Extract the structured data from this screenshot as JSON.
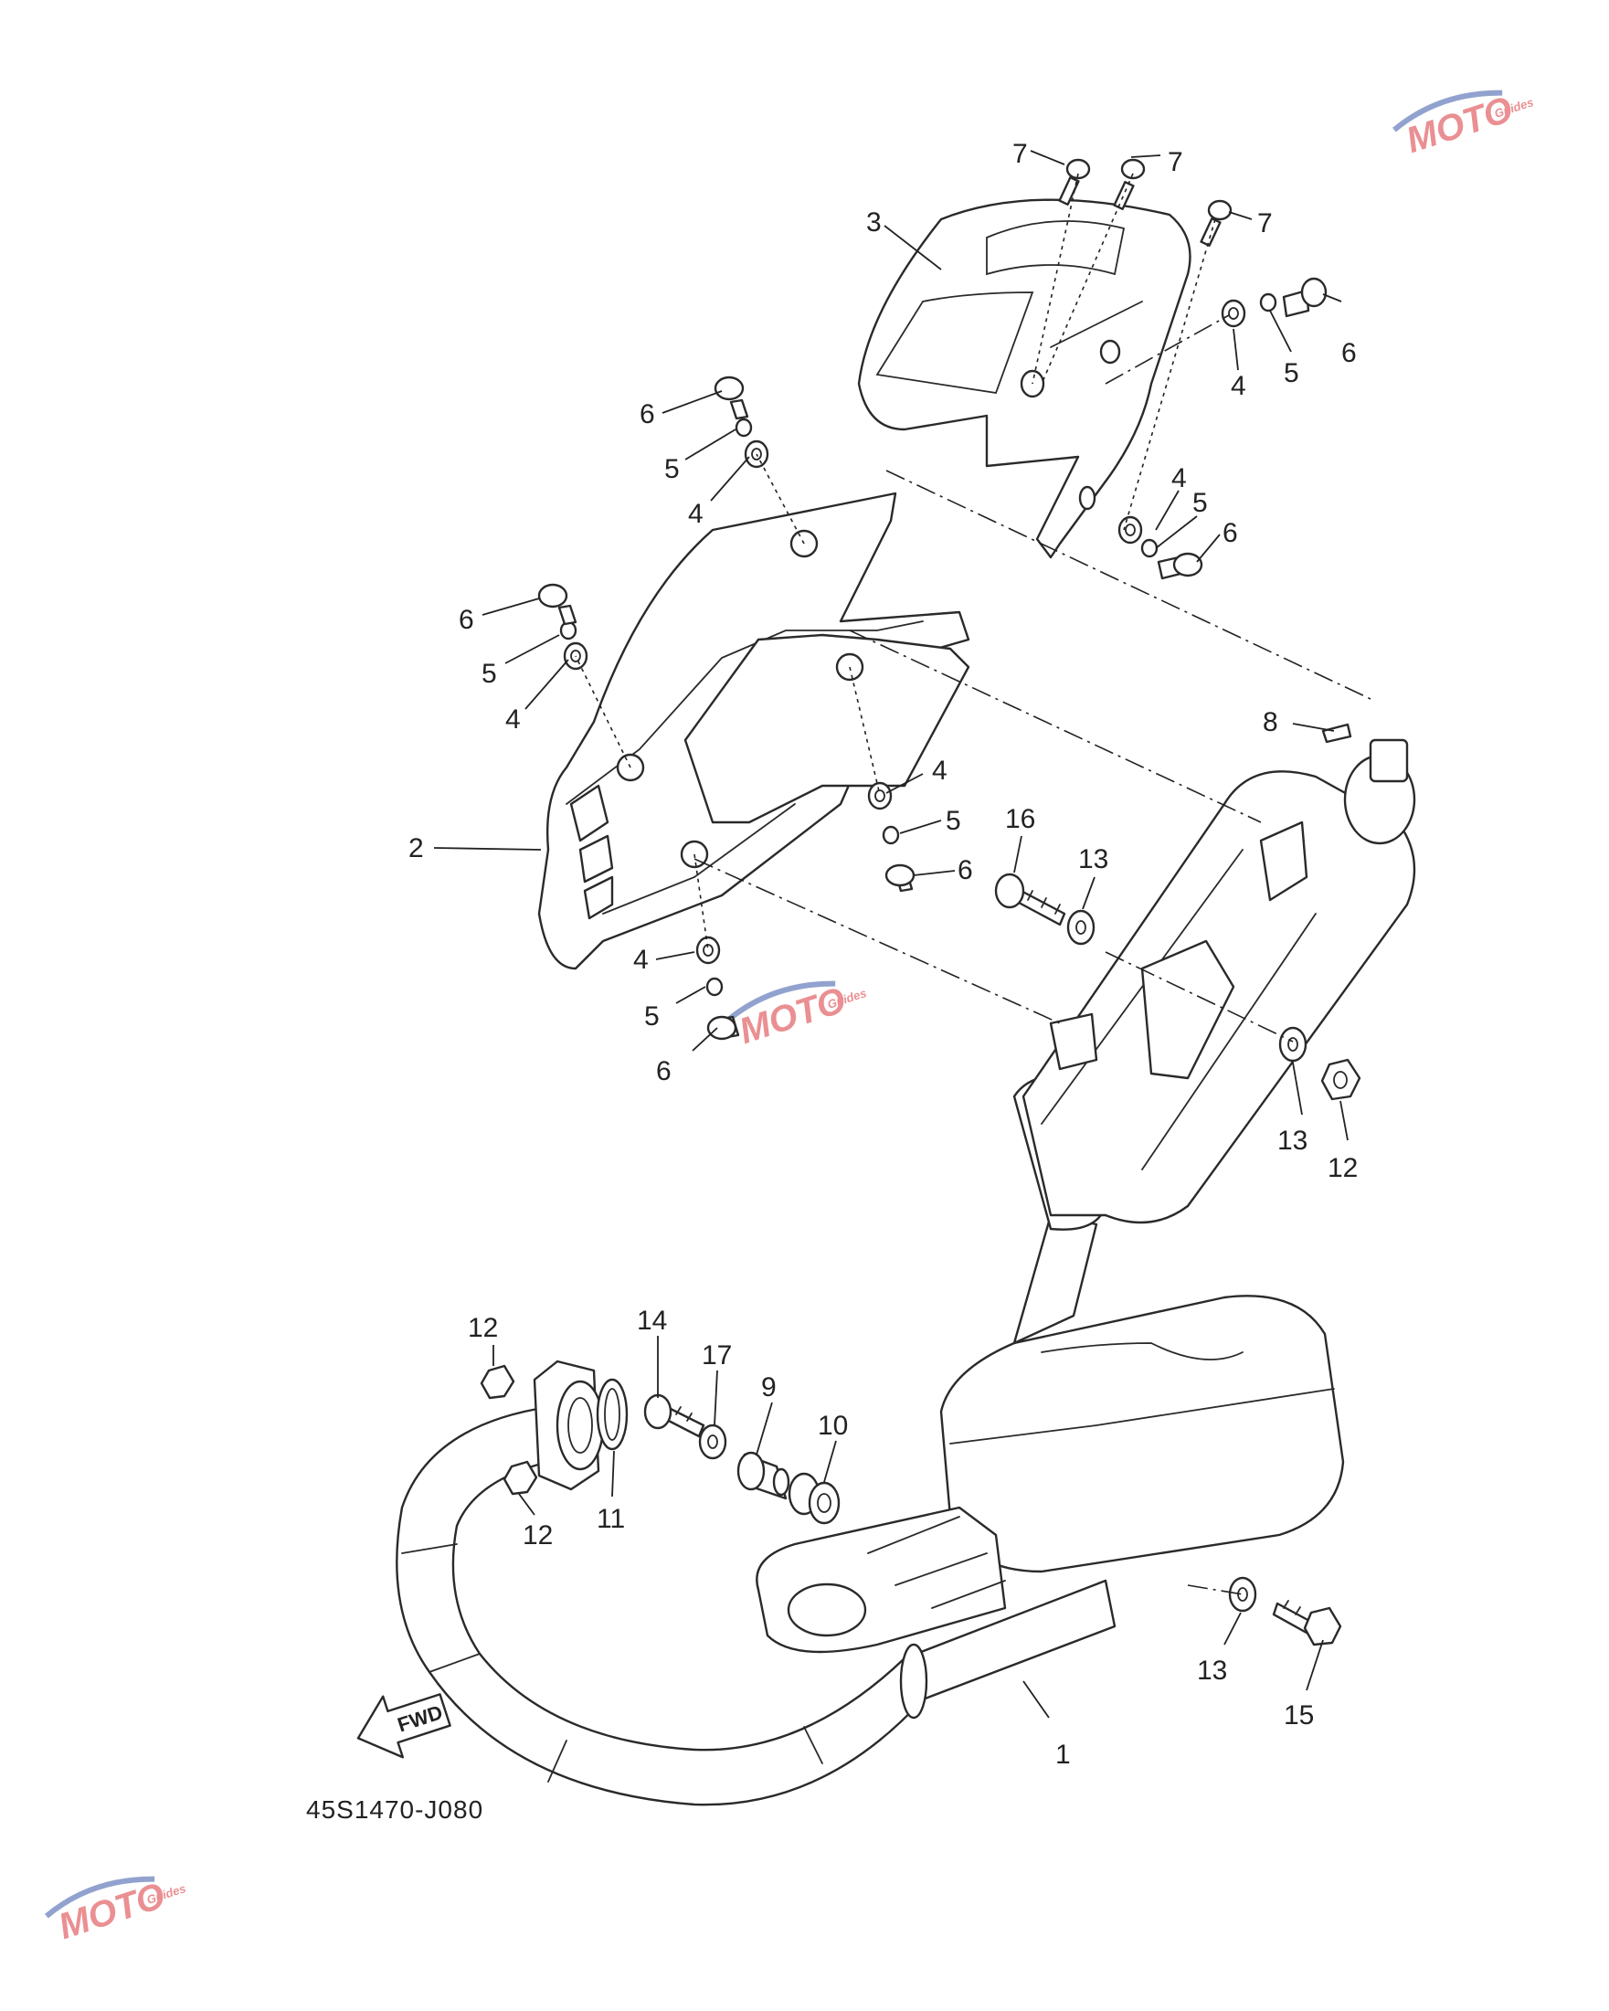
{
  "diagram": {
    "drawing_code": "45S1470-J080",
    "direction_label": "FWD",
    "watermark_text": "MOTO",
    "watermark_subtext": "Guides",
    "colors": {
      "line": "#2a2a2a",
      "watermark_red": "#d9343a",
      "watermark_blue": "#3a57a8"
    }
  },
  "callouts": [
    "1",
    "2",
    "3",
    "4",
    "5",
    "6",
    "7",
    "8",
    "9",
    "10",
    "11",
    "12",
    "13",
    "14",
    "15",
    "16",
    "17"
  ]
}
